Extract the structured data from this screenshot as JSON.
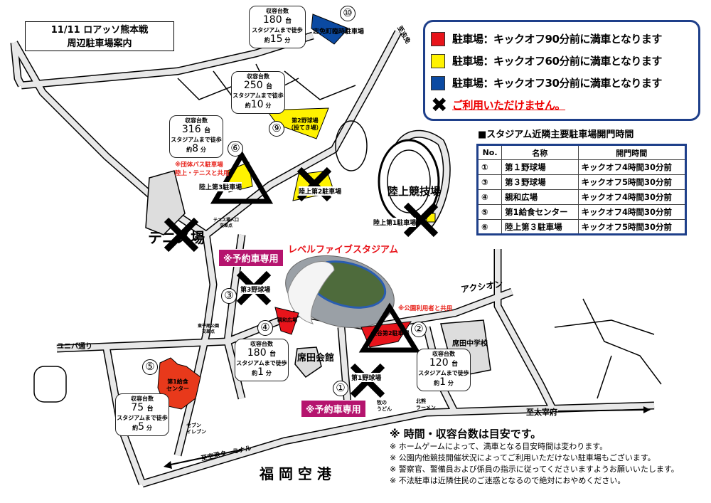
{
  "title": {
    "line1": "11/11 ロアッソ熊本戦",
    "line2": "周辺駐車場案内"
  },
  "legend": {
    "items": [
      {
        "color": "#e8141b",
        "label": "駐車場：キックオフ90分前に満車となります"
      },
      {
        "color": "#fff200",
        "label": "駐車場：キックオフ60分前に満車となります"
      },
      {
        "color": "#0b4aa2",
        "label": "駐車場：キックオフ30分前に満車となります"
      }
    ],
    "unavailable_label": "ご利用いただけません。"
  },
  "gate_table": {
    "title": "■スタジアム近隣主要駐車場開門時間",
    "headers": [
      "No.",
      "名称",
      "開門時間"
    ],
    "rows": [
      [
        "①",
        "第１野球場",
        "キックオフ4時間30分前"
      ],
      [
        "③",
        "第３野球場",
        "キックオフ5時間30分前"
      ],
      [
        "④",
        "親和広場",
        "キックオフ4時間30分前"
      ],
      [
        "⑤",
        "第1給食センター",
        "キックオフ4時間30分前"
      ],
      [
        "⑥",
        "陸上第３駐車場",
        "キックオフ5時間30分前"
      ]
    ]
  },
  "bubbles": {
    "capacity_label": "収容台数",
    "unit": "台",
    "walk_label": "スタジアムまで徒歩",
    "about": "約",
    "minutes": "分",
    "p10": {
      "cap": "180",
      "walk": "15"
    },
    "p9": {
      "cap": "250",
      "walk": "10"
    },
    "p6": {
      "cap": "316",
      "walk": "8"
    },
    "p4": {
      "cap": "180",
      "walk": "1"
    },
    "p2": {
      "cap": "120",
      "walk": "1"
    },
    "p5": {
      "cap": "75",
      "walk": "5"
    }
  },
  "numbers": {
    "n1": "①",
    "n2": "②",
    "n3": "③",
    "n4": "④",
    "n5": "⑤",
    "n6": "⑥",
    "n9": "⑨",
    "n10": "⑩"
  },
  "lots": {
    "shime": "志免町臨時駐車場",
    "baseball2_1": "第2野球場",
    "baseball2_2": "（投てき場）",
    "rikujo3": "陸上第3駐車場",
    "rikujo2": "陸上第2駐車場",
    "rikujo1": "陸上第1駐車場",
    "baseball3": "第3野球場",
    "shinwa": "親和広場",
    "otani2": "大谷第2駐車場",
    "baseball1": "第1野球場",
    "kyushoku1": "第1給食",
    "kyushoku2": "センター"
  },
  "notes_red": {
    "bus1": "※団体バス駐車場",
    "bus2": "陸上・テニスと共用",
    "park": "※公園利用者と共用"
  },
  "reserved": "※予約車専用",
  "places": {
    "stadium": "レベルファイブスタジアム",
    "track": "陸上競技場",
    "tennis": "テニス場",
    "tennis_int1": "テニス場入口",
    "tennis_int2": "交差点",
    "higashi1": "東平尾公園",
    "higashi2": "交差点",
    "kaikan": "席田会館",
    "axion": "アクシオン",
    "school": "席田中学校",
    "udon1": "牧の",
    "udon2": "うどん",
    "ramen1": "北熊",
    "ramen2": "ラーメン",
    "seven1": "セブン",
    "seven2": "イレブン",
    "univa": "ユニバ通り",
    "airport": "福 岡 空 港",
    "to_shime": "至志免",
    "to_dazaifu": "至太宰府",
    "to_terminal": "至空港ターミナル"
  },
  "notes": {
    "head": "※ 時間・収容台数は目安です。",
    "lines": [
      "※ ホームゲームによって、満車となる目安時間は変わります。",
      "※ 公園内他競技開催状況によってご利用いただけない駐車場もございます。",
      "※ 警察官、警備員および係員の指示に従ってくださいますようお願いいたします。",
      "※ 不法駐車は近隣住民のご迷惑となるので絶対におやめください。"
    ]
  }
}
